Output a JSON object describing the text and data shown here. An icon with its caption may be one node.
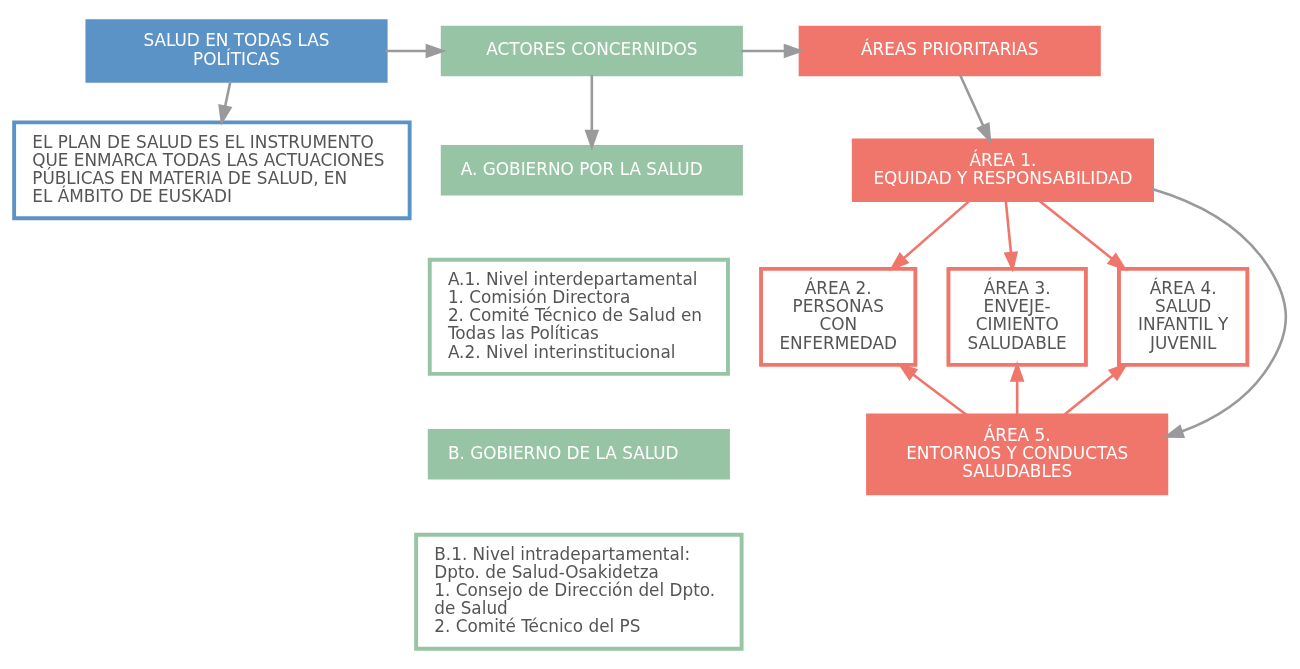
{
  "diagram": {
    "nodes": [
      {
        "text": [
          "SALUD EN TODAS LAS POLÍTICAS"
        ]
      },
      {
        "text": [
          "ACTORES CONCERNIDOS"
        ]
      },
      {
        "text": [
          "ÁREAS PRIORITARIAS"
        ]
      },
      {
        "text": [
          "EL PLAN DE SALUD ES EL INSTRUMENTO QUE ENMARCA TODAS LAS ACTUACIONES PÚBLICAS EN MATERIA DE SALUD, EN EL ÁMBITO DE EUSKADI"
        ]
      },
      {
        "text": [
          "A. GOBIERNO POR LA SALUD"
        ]
      },
      {
        "text": [
          "A.1. Nivel interdepartamental",
          "1. Comisión Directora",
          "2. Comité Técnico de Salud en Todas las Políticas",
          "A.2. Nivel interinstitucional"
        ]
      },
      {
        "text": [
          "B. GOBIERNO DE LA SALUD"
        ]
      },
      {
        "text": [
          "B.1. Nivel intradepartamental: Dpto. de Salud-Osakidetza",
          "1. Consejo de Dirección del Dpto. de Salud",
          "2. Comité Técnico del PS"
        ]
      },
      {
        "text": [
          "ÁREA 1.",
          "EQUIDAD Y RESPONSABILIDAD"
        ]
      },
      {
        "text": [
          "ÁREA 2.",
          "PERSONAS CON ENFERMEDAD"
        ]
      },
      {
        "text": [
          "ÁREA 3.",
          "ENVEJE- CIMIENTO SALUDABLE"
        ]
      },
      {
        "text": [
          "ÁREA 4.",
          "SALUD INFANTIL Y JUVENIL"
        ]
      },
      {
        "text": [
          "ÁREA 5.",
          "ENTORNOS Y CONDUCTAS SALUDABLES"
        ]
      }
    ],
    "edges": [
      {
        "from": 0,
        "to": 1,
        "arrow": "to"
      },
      {
        "from": 1,
        "to": 2,
        "arrow": "to"
      },
      {
        "from": 0,
        "to": 3,
        "arrow": "to"
      },
      {
        "from": 1,
        "to": 4,
        "arrow": "to"
      },
      {
        "from": 2,
        "to": 8,
        "arrow": "to"
      },
      {
        "from": 8,
        "to": 9,
        "arrow": "to",
        "color": "#f0756b"
      },
      {
        "from": 8,
        "to": 10,
        "arrow": "to",
        "color": "#f0756b"
      },
      {
        "from": 8,
        "to": 11,
        "arrow": "to",
        "color": "#f0756b"
      },
      {
        "from": 12,
        "to": 9,
        "arrow": "to",
        "color": "#f0756b"
      },
      {
        "from": 12,
        "to": 10,
        "arrow": "to",
        "color": "#f0756b"
      },
      {
        "from": 12,
        "to": 11,
        "arrow": "to",
        "color": "#f0756b"
      },
      {
        "from": 8,
        "to": 12,
        "arrow": "to"
      }
    ]
  }
}
